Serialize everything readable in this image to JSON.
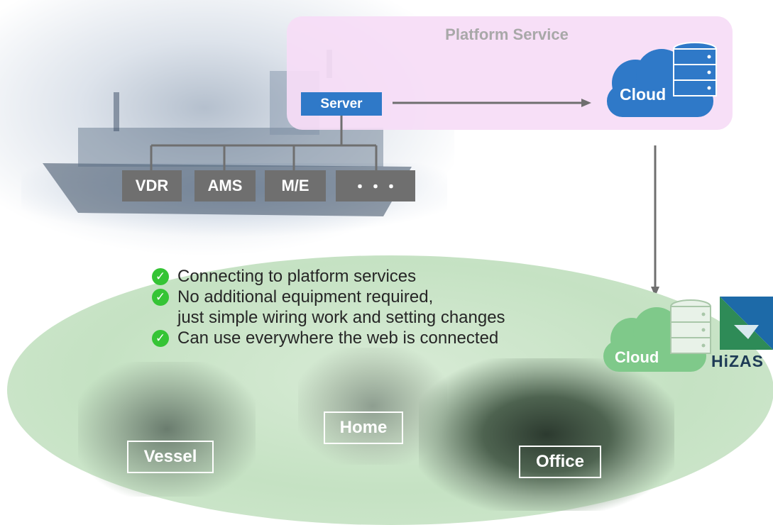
{
  "platform": {
    "title": "Platform Service"
  },
  "ship": {
    "server_label": "Server",
    "devices": [
      "VDR",
      "AMS",
      "M/E",
      "・・・"
    ]
  },
  "cloud_top": {
    "label": "Cloud",
    "icon": "cloud-database-icon",
    "color": "#2f79c8"
  },
  "cloud_bottom": {
    "label": "Cloud",
    "icon": "cloud-database-icon",
    "color": "#7fc98a"
  },
  "logo": {
    "text": "HiZAS"
  },
  "bullets": {
    "b1": "Connecting to platform services",
    "b2_line1": "No additional equipment required,",
    "b2_line2": "just simple wiring work and setting changes",
    "b3": "Can use everywhere the web is connected"
  },
  "locations": {
    "vessel": "Vessel",
    "home": "Home",
    "office": "Office"
  },
  "colors": {
    "platform_bg": "#f6dcf6",
    "server_blue": "#2f79c8",
    "device_gray": "#6f6f6f",
    "oval_green": "#c5e2c3",
    "check_green": "#35c435"
  }
}
